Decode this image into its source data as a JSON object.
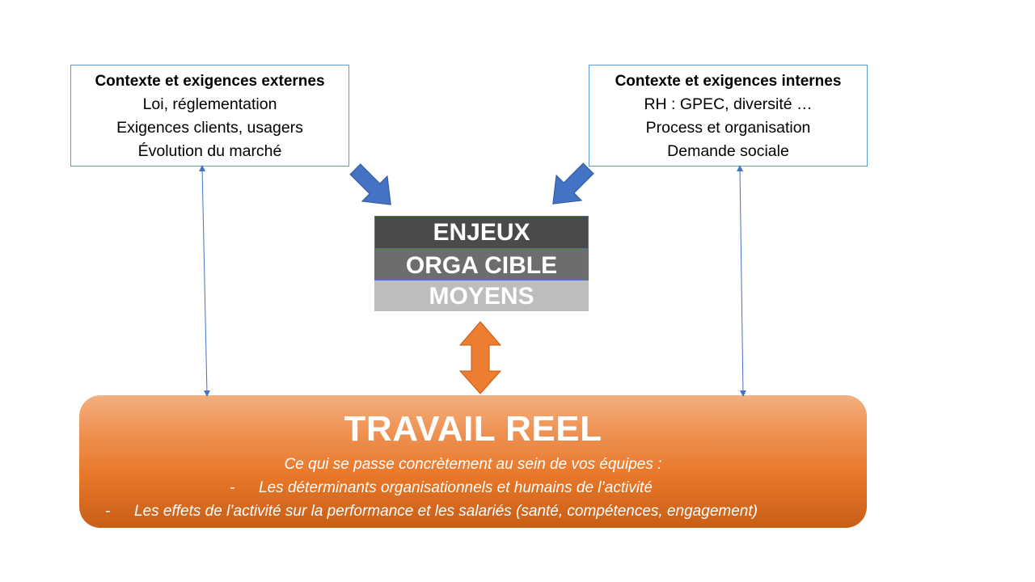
{
  "external": {
    "title": "Contexte et exigences externes",
    "lines": [
      "Loi, réglementation",
      "Exigences clients, usagers",
      "Évolution du marché"
    ]
  },
  "internal": {
    "title": "Contexte et exigences internes",
    "lines": [
      "RH : GPEC, diversité …",
      "Process et organisation",
      "Demande sociale"
    ]
  },
  "stack": {
    "enjeux": "ENJEUX",
    "orga": "ORGA CIBLE",
    "moyens": "MOYENS"
  },
  "travail": {
    "title": "TRAVAIL REEL",
    "intro": "Ce qui se passe concrètement au sein de vos équipes :",
    "bullet_marker": "-",
    "bullets": [
      "Les déterminants organisationnels et humains de l’activité",
      "Les effets de l’activité sur la performance et les salariés (santé, compétences, engagement)"
    ]
  },
  "colors": {
    "box_border": "#5b9bd5",
    "blue_arrow": "#4472c4",
    "orange_arrow": "#ed7d31",
    "enjeux_bg": "#4a4a4a",
    "orga_bg": "#6d6d6d",
    "moyens_bg": "#bdbdbd"
  }
}
